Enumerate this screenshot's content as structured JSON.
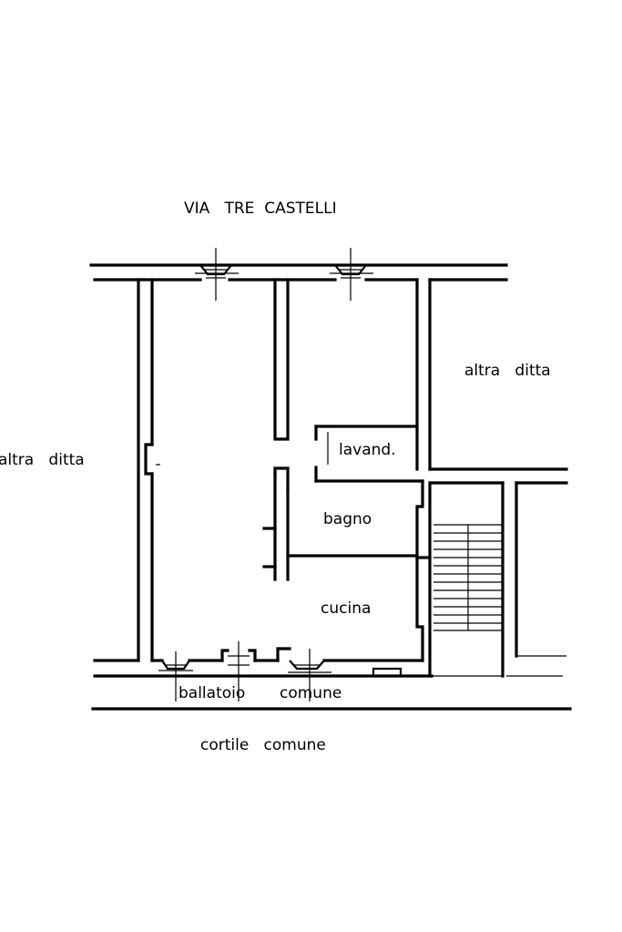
{
  "street": "VIA   TRE  CASTELLI",
  "neighbors": {
    "left": "altra   ditta",
    "right": "altra   ditta"
  },
  "rooms": {
    "laundry": "lavand.",
    "bathroom": "bagno",
    "kitchen": "cucina"
  },
  "balcony": {
    "left": "ballatoio",
    "right": "comune"
  },
  "courtyard": "cortile   comune",
  "colors": {
    "ink": "#000000",
    "paper": "#ffffff"
  }
}
